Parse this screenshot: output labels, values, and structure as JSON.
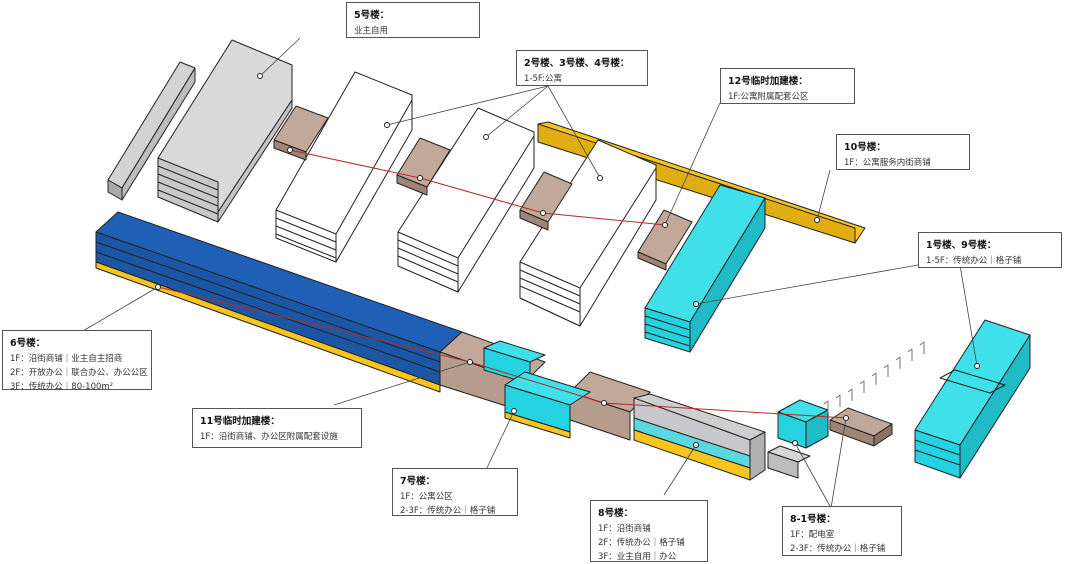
{
  "colors": {
    "white_block": "#ffffff",
    "grey_block": "#d6d6d6",
    "blue_block": "#1f5fb5",
    "cyan_block": "#24d3df",
    "brown_block": "#b59c8c",
    "yellow_strip": "#f7c51e",
    "red_line": "#b52a2a",
    "leader_line": "#444444"
  },
  "callouts": {
    "b5": {
      "title": "5号楼：",
      "lines": [
        "业主自用"
      ]
    },
    "b234": {
      "title": "2号楼、3号楼、4号楼：",
      "lines": [
        "1-5F:公寓"
      ]
    },
    "b12": {
      "title": "12号临时加建楼：",
      "lines": [
        "1F:公寓附属配套公区"
      ]
    },
    "b10": {
      "title": "10号楼：",
      "lines": [
        "1F：公寓服务内街商铺"
      ]
    },
    "b19": {
      "title": "1号楼、9号楼：",
      "lines": [
        "1-5F：传统办公｜格子铺"
      ]
    },
    "b6": {
      "title": "6号楼：",
      "lines": [
        "1F：沿街商铺｜业主自主招商",
        "2F：开放办公｜联合办公、办公公区",
        "3F：传统办公｜80-100m²"
      ]
    },
    "b11": {
      "title": "11号临时加建楼：",
      "lines": [
        "1F：沿街商铺、办公区附属配套设施"
      ]
    },
    "b7": {
      "title": "7号楼：",
      "lines": [
        "1F：公寓公区",
        "2-3F：传统办公｜格子铺"
      ]
    },
    "b8": {
      "title": "8号楼：",
      "lines": [
        "1F：沿街商铺",
        "2F：传统办公｜格子铺",
        "3F：业主自用｜办公"
      ]
    },
    "b81": {
      "title": "8-1号楼：",
      "lines": [
        "1F：配电室",
        "2-3F：传统办公｜格子铺"
      ]
    }
  }
}
